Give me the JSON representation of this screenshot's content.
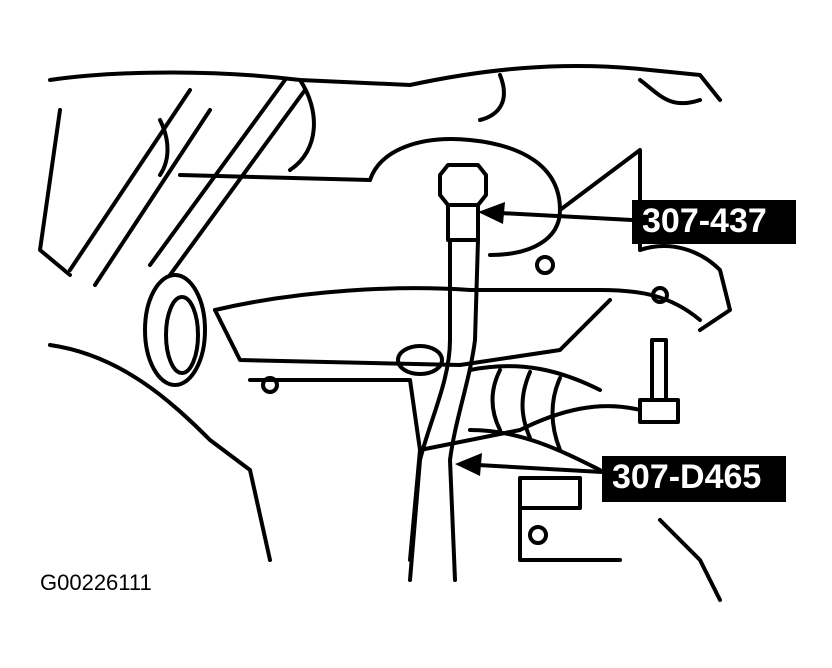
{
  "callouts": [
    {
      "text": "307-437"
    },
    {
      "text": "307-D465"
    }
  ],
  "figure_id": "G00226111",
  "colors": {
    "ink": "#000000",
    "paper": "#ffffff",
    "label_bg": "#000000",
    "label_text": "#ffffff"
  }
}
